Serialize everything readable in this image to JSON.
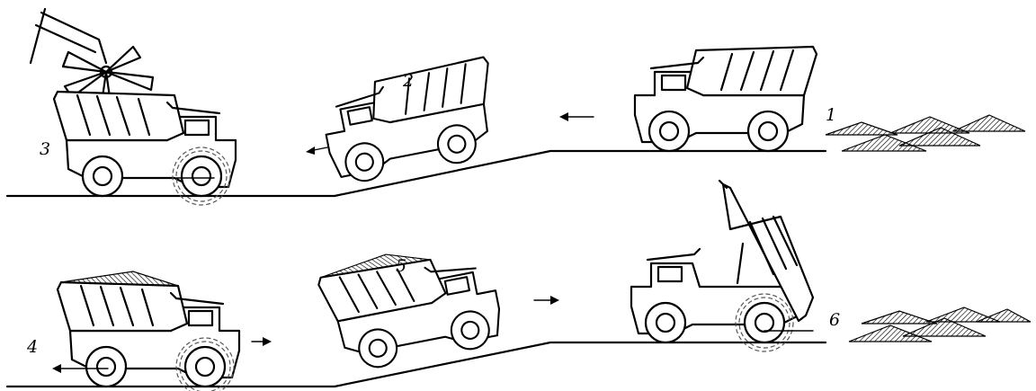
{
  "labels": {
    "truck1": "1",
    "truck2": "2",
    "truck3": "3",
    "truck4": "4",
    "truck5": "5",
    "truck6": "6"
  }
}
